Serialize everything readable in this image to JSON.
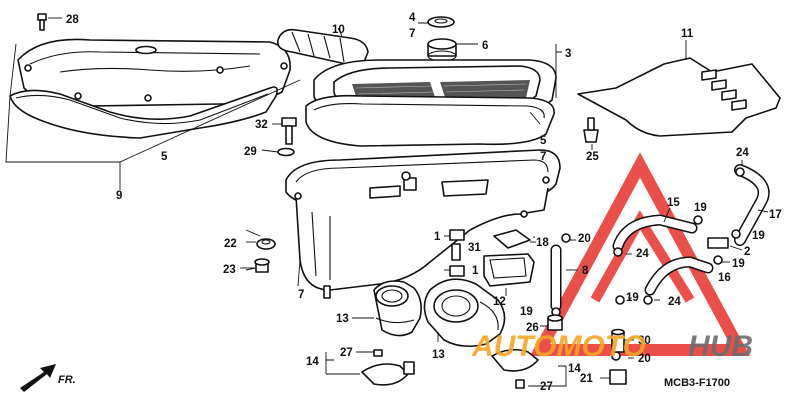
{
  "diagram": {
    "part_code": "MCB3-F1700",
    "direction_label": "FR.",
    "watermark": {
      "text_part1": "AUTOMOTO",
      "text_part2": "HUB",
      "color1": "#f6a623",
      "color2": "#6d6d6d",
      "triangle_color": "#e7312a"
    },
    "callouts": {
      "c28": "28",
      "c10": "10",
      "c4": "4",
      "c7a": "7",
      "c6": "6",
      "c3": "3",
      "c11": "11",
      "c32": "32",
      "c29": "29",
      "c5a": "5",
      "c5b": "5",
      "c7b": "7",
      "c9": "9",
      "c25": "25",
      "c24a": "24",
      "c15": "15",
      "c17": "17",
      "c19a": "19",
      "c2": "2",
      "c19b": "19",
      "c16": "16",
      "c19c": "19",
      "c22": "22",
      "c1a": "1",
      "c31": "31",
      "c18": "18",
      "c20a": "20",
      "c24b": "24",
      "c23": "23",
      "c1b": "1",
      "c8": "8",
      "c7c": "7",
      "c12": "12",
      "c19d": "19",
      "c24c": "24",
      "c19e": "19",
      "c13a": "13",
      "c26": "26",
      "c30": "30",
      "c13b": "13",
      "c14a": "14",
      "c27a": "27",
      "c20b": "20",
      "c14b": "14",
      "c27b": "27",
      "c21": "21"
    }
  }
}
